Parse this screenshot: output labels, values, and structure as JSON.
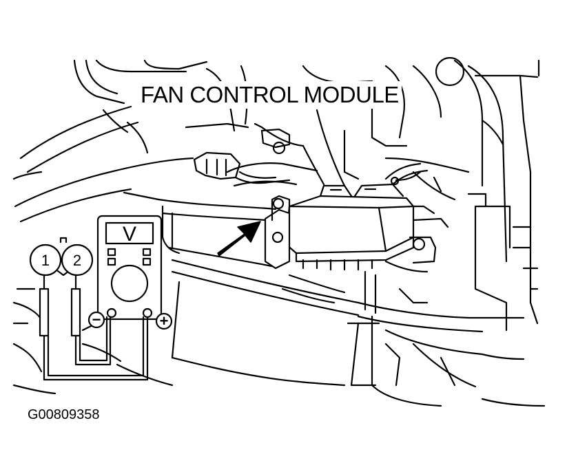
{
  "diagram": {
    "component_label": "FAN CONTROL MODULE",
    "figure_id": "G00809358",
    "meter": {
      "display_symbol": "V",
      "negative_terminal": "−",
      "positive_terminal": "+"
    },
    "probe_callouts": [
      "1",
      "2"
    ]
  }
}
